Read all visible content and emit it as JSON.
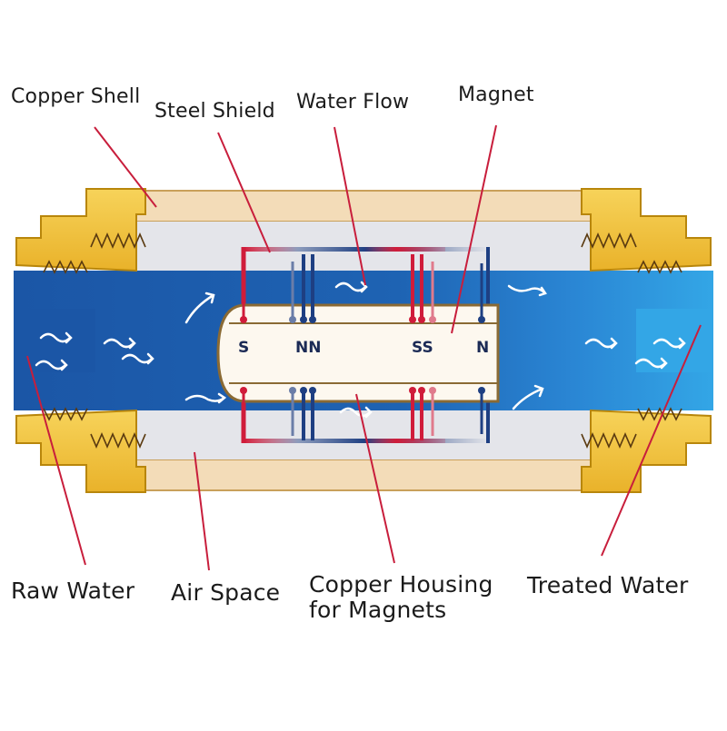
{
  "labels": {
    "copper_shell": "Copper Shell",
    "steel_shield": "Steel Shield",
    "water_flow": "Water Flow",
    "magnet": "Magnet",
    "raw_water": "Raw Water",
    "air_space": "Air Space",
    "copper_housing_line1": "Copper Housing",
    "copper_housing_line2": "for Magnets",
    "treated_water": "Treated Water"
  },
  "poles": [
    "S",
    "NN",
    "SS",
    "N"
  ],
  "colors": {
    "water_dark": "#1d5aa8",
    "water_light": "#2f9be0",
    "copper": "#f3dcb8",
    "fitting_gold": "#f2c23c",
    "pointer_red": "#c81e3c",
    "magnet_red": "#d01c3a",
    "magnet_blue": "#1e3f82"
  }
}
